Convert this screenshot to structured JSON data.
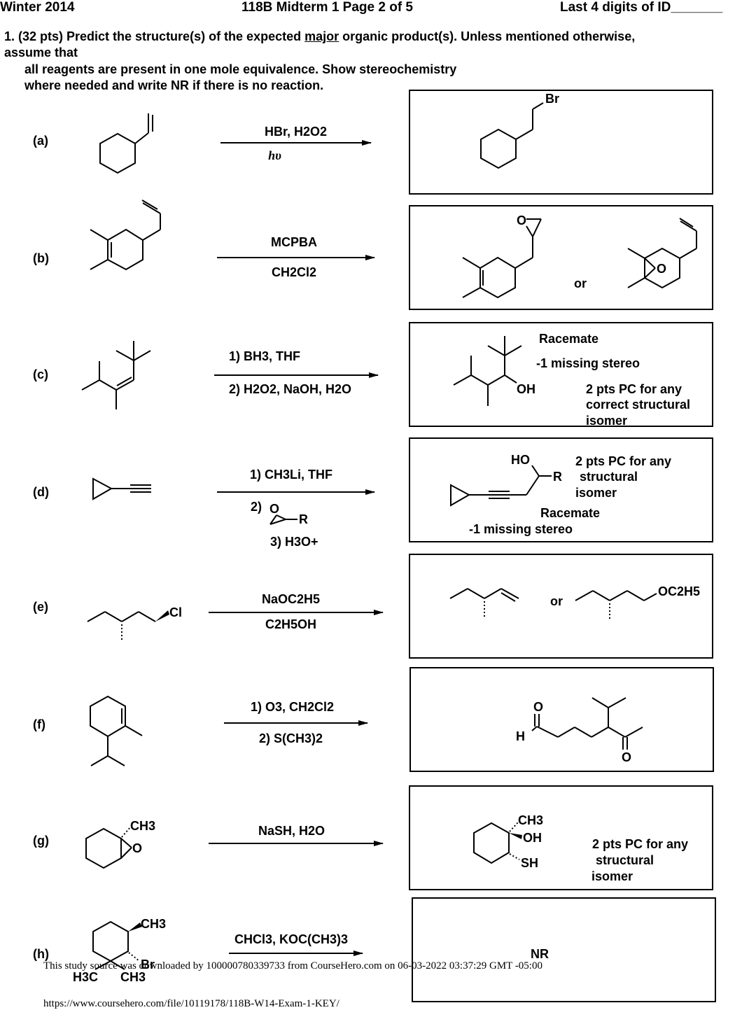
{
  "header": {
    "term": "Winter 2014",
    "title": "118B Midterm 1 Page 2 of 5",
    "id_field": "Last 4 digits of ID_______"
  },
  "question": {
    "line1": "1.  (32 pts) Predict the structure(s) of the expected major organic product(s). Unless mentioned otherwise,",
    "line1_pre": "1.  (32 pts) Predict the structure(s) of the expected ",
    "line1_under": "major",
    "line1_post": " organic product(s). Unless mentioned otherwise,",
    "line2": "assume that",
    "line3": "all reagents are present in one mole equivalence. Show stereochemistry",
    "line4": "where needed and write NR if there is no reaction."
  },
  "problems": [
    {
      "label": "(a)",
      "reagent_top": "HBr, H2O2",
      "reagent_bottom": "hυ",
      "product_atoms": [
        "Br"
      ],
      "notes": []
    },
    {
      "label": "(b)",
      "reagent_top": "MCPBA",
      "reagent_bottom": "CH2Cl2",
      "product_atoms": [
        "O",
        "O"
      ],
      "notes": [
        "or"
      ]
    },
    {
      "label": "(c)",
      "reagent_top": "1) BH3, THF",
      "reagent_bottom": "2) H2O2, NaOH, H2O",
      "product_atoms": [
        "OH"
      ],
      "notes": [
        "Racemate",
        "-1  missing stereo",
        "2 pts PC for any",
        "correct structural",
        "isomer"
      ]
    },
    {
      "label": "(d)",
      "reagent_top": "1) CH3Li, THF",
      "reagent_bottom": "2)",
      "reagent_extra": "3) H3O+",
      "reagent_atoms": [
        "O",
        "R"
      ],
      "product_atoms": [
        "HO",
        "R"
      ],
      "notes": [
        "2 pts PC for any",
        "structural",
        "isomer",
        "Racemate",
        "-1  missing stereo"
      ]
    },
    {
      "label": "(e)",
      "reagent_top": "NaOC2H5",
      "reagent_bottom": "C2H5OH",
      "start_atoms": [
        "Cl"
      ],
      "product_atoms": [
        "OC2H5"
      ],
      "notes": [
        "or"
      ]
    },
    {
      "label": "(f)",
      "reagent_top": "1) O3, CH2Cl2",
      "reagent_bottom": "2) S(CH3)2",
      "product_atoms": [
        "O",
        "H",
        "O"
      ],
      "notes": []
    },
    {
      "label": "(g)",
      "reagent_top": "NaSH, H2O",
      "reagent_bottom": "",
      "start_atoms": [
        "CH3",
        "O"
      ],
      "product_atoms": [
        "CH3",
        "OH",
        "SH"
      ],
      "notes": [
        "2 pts PC for any",
        "structural",
        "isomer"
      ]
    },
    {
      "label": "(h)",
      "reagent_top": "CHCl3, KOC(CH3)3",
      "reagent_bottom": "",
      "start_atoms": [
        "CH3",
        "Br",
        "H3C",
        "CH3"
      ],
      "product_atoms": [],
      "notes": [
        "NR"
      ]
    }
  ],
  "footer": {
    "line1": "This study source was downloaded by 100000780339733 from CourseHero.com on 06-03-2022 03:37:29 GMT -05:00",
    "line2": "https://www.coursehero.com/file/10119178/118B-W14-Exam-1-KEY/"
  }
}
